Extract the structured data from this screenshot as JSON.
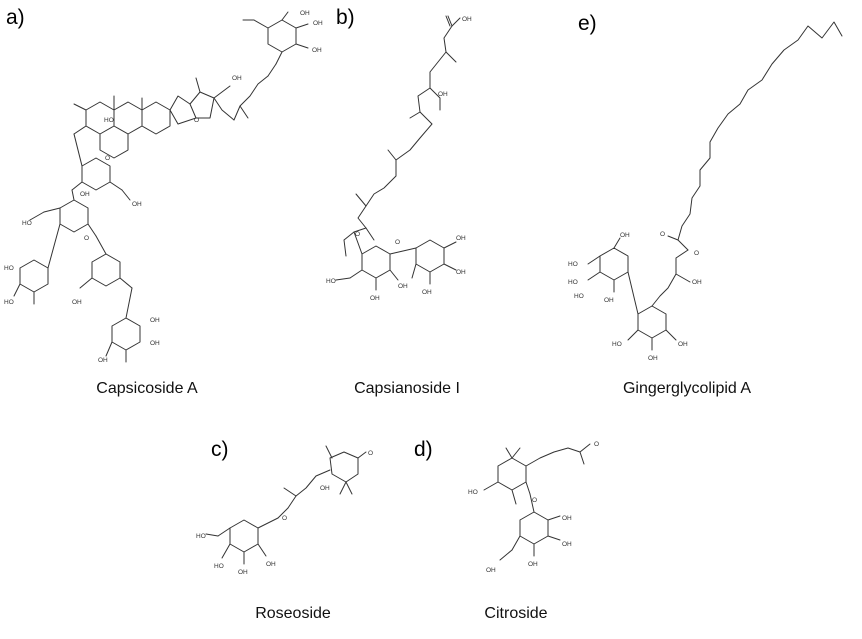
{
  "panels": {
    "a": {
      "letter": "a)",
      "name": "Capsicoside A"
    },
    "b": {
      "letter": "b)",
      "name": "Capsianoside I"
    },
    "e": {
      "letter": "e)",
      "name": "Gingerglycolipid A"
    },
    "c": {
      "letter": "c)",
      "name": "Roseoside"
    },
    "d": {
      "letter": "d)",
      "name": "Citroside"
    }
  },
  "atom_labels": {
    "oh": "OH",
    "ho": "HO",
    "o": "O",
    "acid": "OH"
  },
  "colors": {
    "line": "#333333",
    "text": "#111111",
    "background": "#ffffff"
  }
}
